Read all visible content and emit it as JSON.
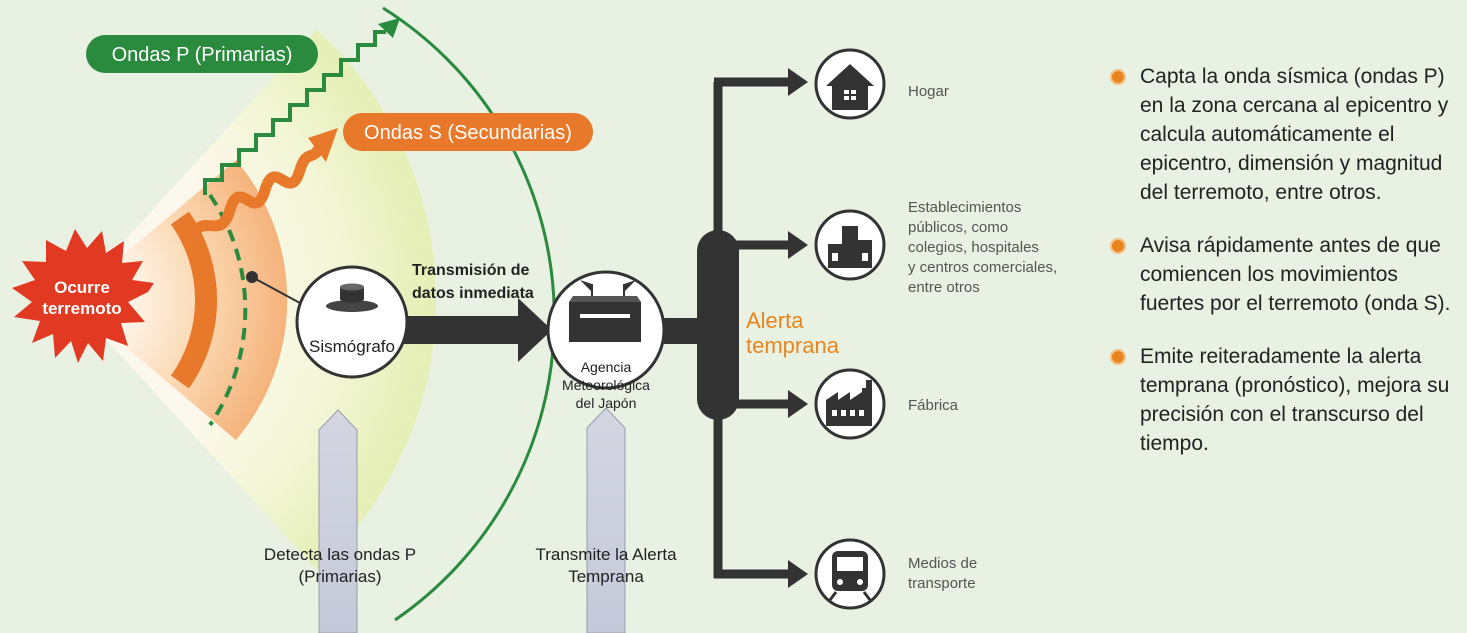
{
  "colors": {
    "background": "#e8f1e2",
    "p_wave": "#2a8a3e",
    "s_wave": "#e8782a",
    "quake": "#e23a22",
    "dark": "#333333",
    "alert": "#e8851f",
    "ground_p": "#eef5d0",
    "ground_s": "#f6c99b"
  },
  "labels": {
    "p_waves": "Ondas P (Primarias)",
    "s_waves": "Ondas S (Secundarias)",
    "quake_line1": "Ocurre",
    "quake_line2": "terremoto",
    "seismograph": "Sismógrafo",
    "transmission_line1": "Transmisión de",
    "transmission_line2": "datos inmediata",
    "agency_line1": "Agencia",
    "agency_line2": "Meteorológica",
    "agency_line3": "del Japón",
    "alert_line1": "Alerta",
    "alert_line2": "temprana",
    "detect_line1": "Detecta las ondas P",
    "detect_line2": "(Primarias)",
    "transmit_line1": "Transmite la Alerta",
    "transmit_line2": "Temprana"
  },
  "destinations": [
    {
      "icon": "house-icon",
      "lines": [
        "Hogar"
      ]
    },
    {
      "icon": "building-icon",
      "lines": [
        "Establecimientos",
        "públicos, como",
        "colegios, hospitales",
        "y centros comerciales,",
        "entre otros"
      ]
    },
    {
      "icon": "factory-icon",
      "lines": [
        "Fábrica"
      ]
    },
    {
      "icon": "train-icon",
      "lines": [
        "Medios de",
        "transporte"
      ]
    }
  ],
  "bullets": [
    "Capta la onda sísmica (ondas P) en la zona cercana al epicentro y calcula automáticamente el epicentro, dimensión y magnitud del terremoto, entre otros.",
    "Avisa rápidamente antes de que comiencen los movimientos fuertes por el terremoto (onda S).",
    "Emite reiteradamente la alerta temprana (pronóstico), mejora su precisión con el transcurso del tiempo."
  ]
}
